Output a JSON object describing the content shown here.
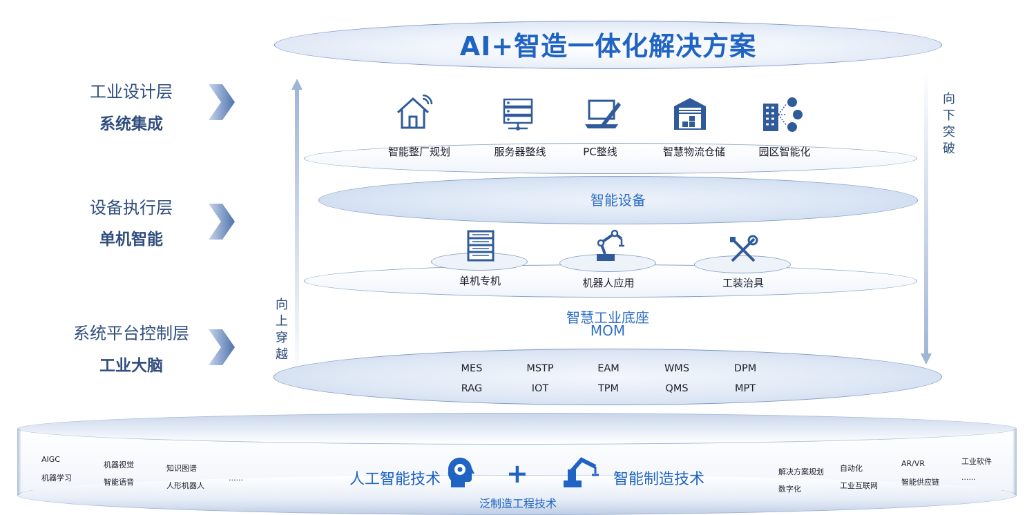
{
  "title": "AI+智造一体化解决方案",
  "left_layers": [
    {
      "label": "工业设计层",
      "sub": "系统集成"
    },
    {
      "label": "设备执行层",
      "sub": "单机智能"
    },
    {
      "label": "系统平台控制层",
      "sub": "工业大脑"
    }
  ],
  "arrows": {
    "up": [
      "向",
      "上",
      "穿",
      "越"
    ],
    "down": [
      "向",
      "下",
      "突",
      "破"
    ]
  },
  "design_items": [
    {
      "label": "智能整厂规划",
      "icon": "smart-home-icon"
    },
    {
      "label": "服务器整线",
      "icon": "server-rack-icon"
    },
    {
      "label": "PC整线",
      "icon": "laptop-pen-icon"
    },
    {
      "label": "智慧物流仓储",
      "icon": "warehouse-icon"
    },
    {
      "label": "园区智能化",
      "icon": "building-users-icon"
    }
  ],
  "device_header": "智能设备",
  "device_items": [
    {
      "label": "单机专机",
      "icon": "machine-cabinet-icon"
    },
    {
      "label": "机器人应用",
      "icon": "robot-arm-icon"
    },
    {
      "label": "工装治具",
      "icon": "tools-icon"
    }
  ],
  "platform": {
    "title": "智慧工业底座",
    "subtitle": "MOM",
    "row1": [
      "MES",
      "MSTP",
      "EAM",
      "WMS",
      "DPM"
    ],
    "row2": [
      "RAG",
      "IOT",
      "TPM",
      "QMS",
      "MPT"
    ]
  },
  "base": {
    "ai_tech": "人工智能技术",
    "plus": "+",
    "mfg_tech": "智能制造技术",
    "bottom_label": "泛制造工程技术",
    "ai_tags": [
      [
        "AIGC",
        "机器学习"
      ],
      [
        "机器视觉",
        "智能语音"
      ],
      [
        "知识图谱",
        "人形机器人"
      ],
      [
        "......"
      ]
    ],
    "mfg_tags": [
      [
        "解决方案规划",
        "数字化"
      ],
      [
        "自动化",
        "工业互联网"
      ],
      [
        "AR/VR",
        "智能供应链"
      ],
      [
        "工业软件",
        "......"
      ]
    ]
  },
  "colors": {
    "accent": "#1f63c3",
    "label": "#2f4d7e",
    "ellipse_border": "#7f9bc6"
  }
}
